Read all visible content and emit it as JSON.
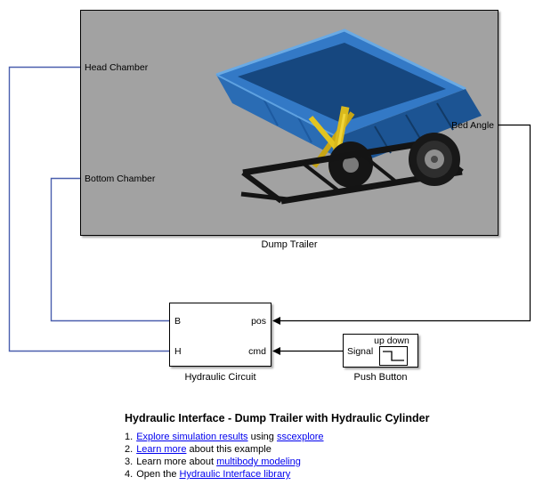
{
  "colors": {
    "dump_trailer_fill": "#a2a2a2",
    "physical_line": "#4a5fae",
    "signal_line": "#000000",
    "link": "#0000ee",
    "trailer_blue": "#2e76c4",
    "lift_yellow": "#dcbc1e"
  },
  "blocks": {
    "dump_trailer": {
      "label": "Dump Trailer",
      "ports": {
        "head_chamber": "Head Chamber",
        "bottom_chamber": "Bottom Chamber",
        "bed_angle": "Bed Angle"
      }
    },
    "hydraulic_circuit": {
      "label": "Hydraulic Circuit",
      "ports": {
        "b": "B",
        "pos": "pos",
        "h": "H",
        "cmd": "cmd"
      }
    },
    "push_button": {
      "label": "Push Button",
      "state_label": "up down",
      "port": "Signal"
    }
  },
  "description": {
    "title": "Hydraulic Interface - Dump Trailer with Hydraulic Cylinder",
    "items": [
      {
        "number": "1.",
        "parts": [
          {
            "text": "Explore simulation results",
            "link": true
          },
          {
            "text": " using ",
            "link": false
          },
          {
            "text": "sscexplore",
            "link": true
          }
        ]
      },
      {
        "number": "2.",
        "parts": [
          {
            "text": "Learn more",
            "link": true
          },
          {
            "text": " about this example",
            "link": false
          }
        ]
      },
      {
        "number": "3.",
        "parts": [
          {
            "text": "Learn more about ",
            "link": false
          },
          {
            "text": "multibody modeling",
            "link": true
          }
        ]
      },
      {
        "number": "4.",
        "parts": [
          {
            "text": "Open the ",
            "link": false
          },
          {
            "text": "Hydraulic Interface library",
            "link": true
          }
        ]
      }
    ]
  }
}
